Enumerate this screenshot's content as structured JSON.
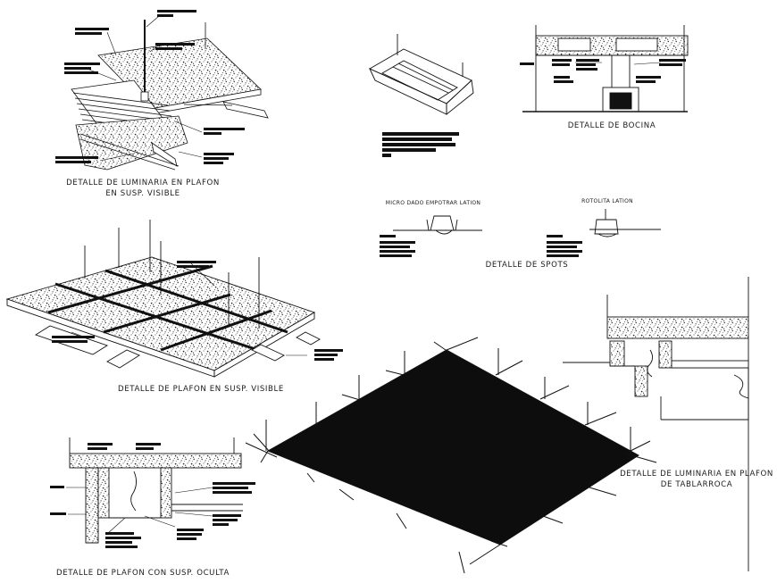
{
  "sheet": {
    "background": "#ffffff",
    "line_color": "#111111",
    "hatch_color": "#222222"
  },
  "captions": {
    "luminaria_susp_visible_l1": "DETALLE DE LUMINARIA EN PLAFON",
    "luminaria_susp_visible_l2": "EN SUSP. VISIBLE",
    "bocina": "DETALLE DE BOCINA",
    "micro_dado": "MICRO DADO EMPOTRAR LATION",
    "rotolita": "ROTOLITA LATION",
    "spots": "DETALLE DE SPOTS",
    "plafon_susp_visible": "DETALLE DE PLAFON EN SUSP. VISIBLE",
    "luminaria_tablarroca_l1": "DETALLE DE LUMINARIA EN PLAFON",
    "luminaria_tablarroca_l2": "DE TABLARROCA",
    "plafon_susp_oculta": "DETALLE DE PLAFON CON SUSP. OCULTA"
  }
}
